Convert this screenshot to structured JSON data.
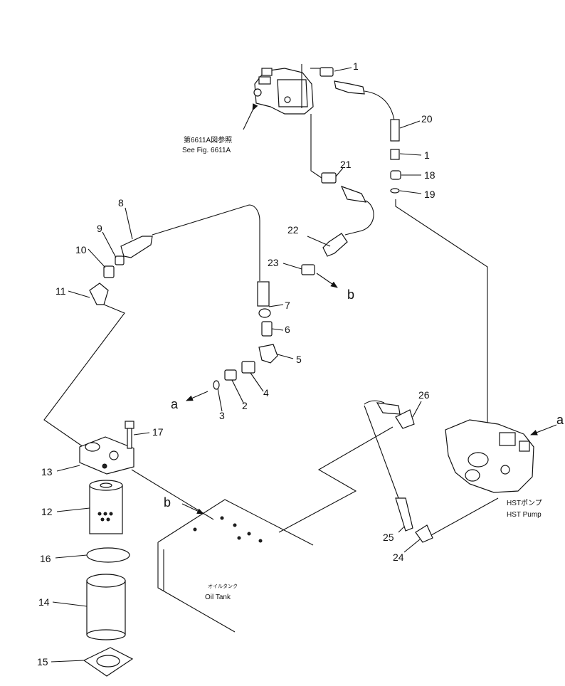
{
  "notes": {
    "ref_jp": "第6611A図参照",
    "ref_en": "See Fig. 6611A",
    "pump_jp": "HSTポンプ",
    "pump_en": "HST Pump",
    "tank_jp": "オイルタンク",
    "tank_en": "Oil Tank"
  },
  "callouts": {
    "p1a": "1",
    "p1b": "1",
    "p2": "2",
    "p3": "3",
    "p4": "4",
    "p5": "5",
    "p6": "6",
    "p7": "7",
    "p8": "8",
    "p9": "9",
    "p10": "10",
    "p11": "11",
    "p12": "12",
    "p13": "13",
    "p14": "14",
    "p15": "15",
    "p16": "16",
    "p17": "17",
    "p18": "18",
    "p19": "19",
    "p20": "20",
    "p21": "21",
    "p22": "22",
    "p23": "23",
    "p24": "24",
    "p25": "25",
    "p26": "26"
  },
  "refs": {
    "a1": "a",
    "a2": "a",
    "b1": "b",
    "b2": "b"
  }
}
